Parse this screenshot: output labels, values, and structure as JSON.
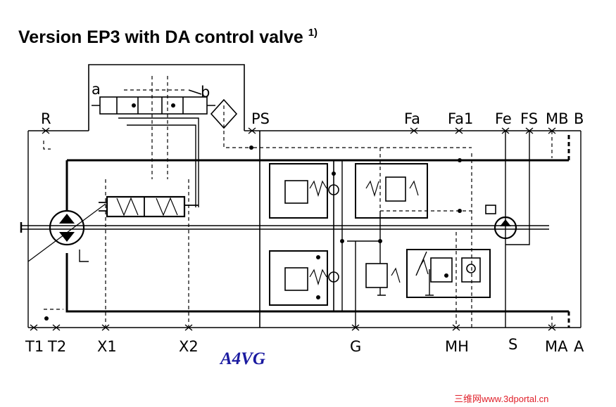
{
  "title": {
    "text": "Version EP3 with DA control valve",
    "footnote": "1)"
  },
  "ports_top": {
    "R": "R",
    "PS": "PS",
    "Fa": "Fa",
    "Fa1": "Fa1",
    "Fe": "Fe",
    "FS": "FS",
    "MB": "MB",
    "B": "B"
  },
  "ports_bottom": {
    "T1": "T1",
    "T2": "T2",
    "X1": "X1",
    "X2": "X2",
    "G": "G",
    "MH": "MH",
    "S": "S",
    "MA": "MA",
    "A": "A"
  },
  "valve_labels": {
    "a": "a",
    "b": "b"
  },
  "product": "A4VG",
  "watermark": "三维网www.3dportal.cn",
  "colors": {
    "line": "#000000",
    "product": "#1a1aa0",
    "watermark": "#e0202a"
  },
  "icons": [
    "pump-symbol",
    "charge-pump-symbol",
    "filter-symbol",
    "relief-valve-symbol",
    "check-valve-symbol",
    "solenoid-valve-symbol",
    "servo-cylinder-symbol"
  ]
}
